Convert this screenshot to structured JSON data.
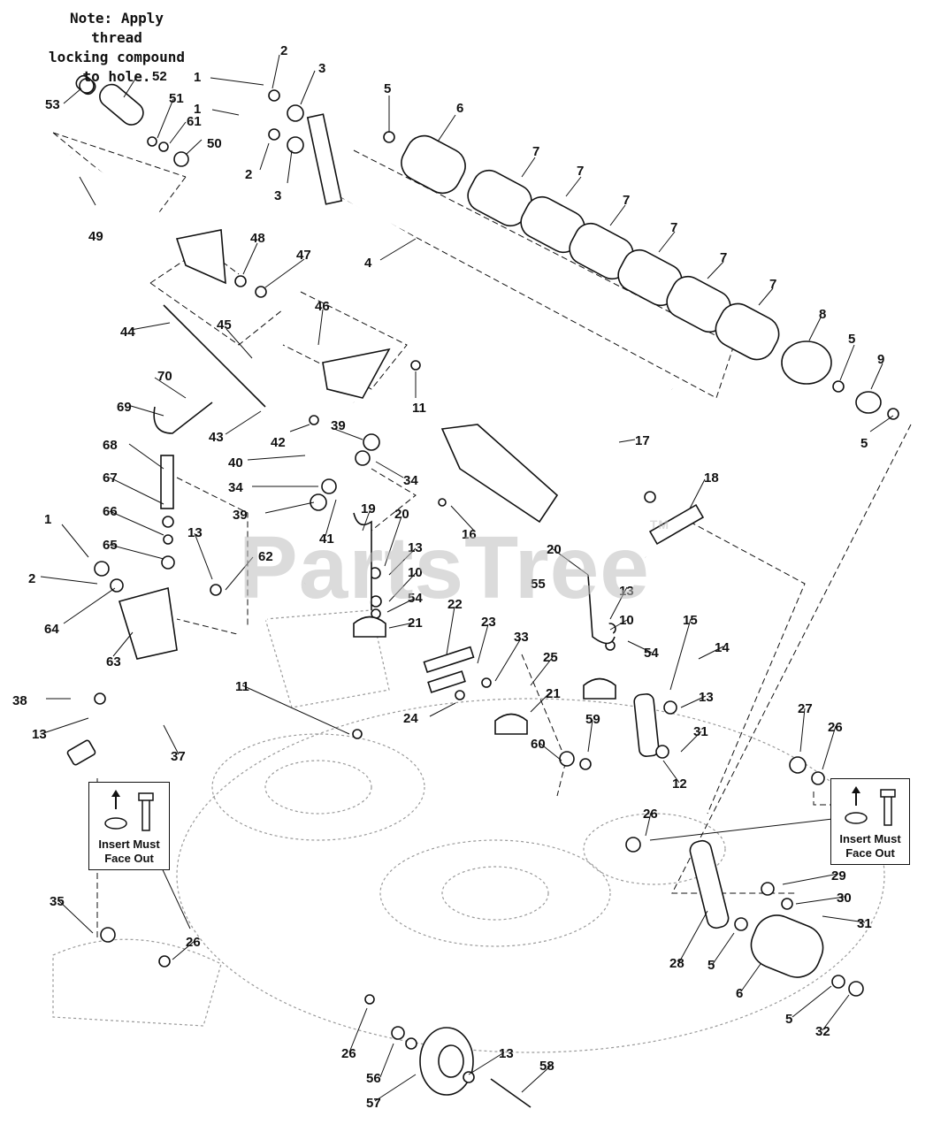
{
  "note": {
    "lines": [
      "Note: Apply thread",
      "locking compound",
      "to hole."
    ]
  },
  "insert_boxes": [
    {
      "lines": [
        "Insert Must",
        "Face Out"
      ]
    },
    {
      "lines": [
        "Insert Must",
        "Face Out"
      ]
    }
  ],
  "watermark": {
    "text": "PartsTree",
    "mark": "TM"
  },
  "callouts": [
    "53",
    "52",
    "51",
    "61",
    "50",
    "49",
    "1",
    "2",
    "3",
    "1",
    "2",
    "3",
    "5",
    "6",
    "7",
    "7",
    "7",
    "7",
    "7",
    "7",
    "8",
    "5",
    "9",
    "5",
    "4",
    "48",
    "47",
    "44",
    "45",
    "46",
    "11",
    "70",
    "69",
    "43",
    "42",
    "39",
    "40",
    "34",
    "34",
    "39",
    "41",
    "68",
    "67",
    "66",
    "65",
    "1",
    "2",
    "64",
    "13",
    "62",
    "63",
    "17",
    "16",
    "18",
    "19",
    "20",
    "13",
    "10",
    "54",
    "21",
    "20",
    "55",
    "13",
    "10",
    "54",
    "22",
    "23",
    "33",
    "25",
    "21",
    "24",
    "59",
    "60",
    "15",
    "14",
    "13",
    "31",
    "12",
    "11",
    "38",
    "13",
    "37",
    "27",
    "26",
    "26",
    "29",
    "30",
    "31",
    "28",
    "5",
    "6",
    "5",
    "32",
    "35",
    "26",
    "26",
    "56",
    "13",
    "58",
    "57"
  ],
  "colors": {
    "ink": "#111111",
    "paper": "#ffffff",
    "watermark": "#bebebe"
  }
}
